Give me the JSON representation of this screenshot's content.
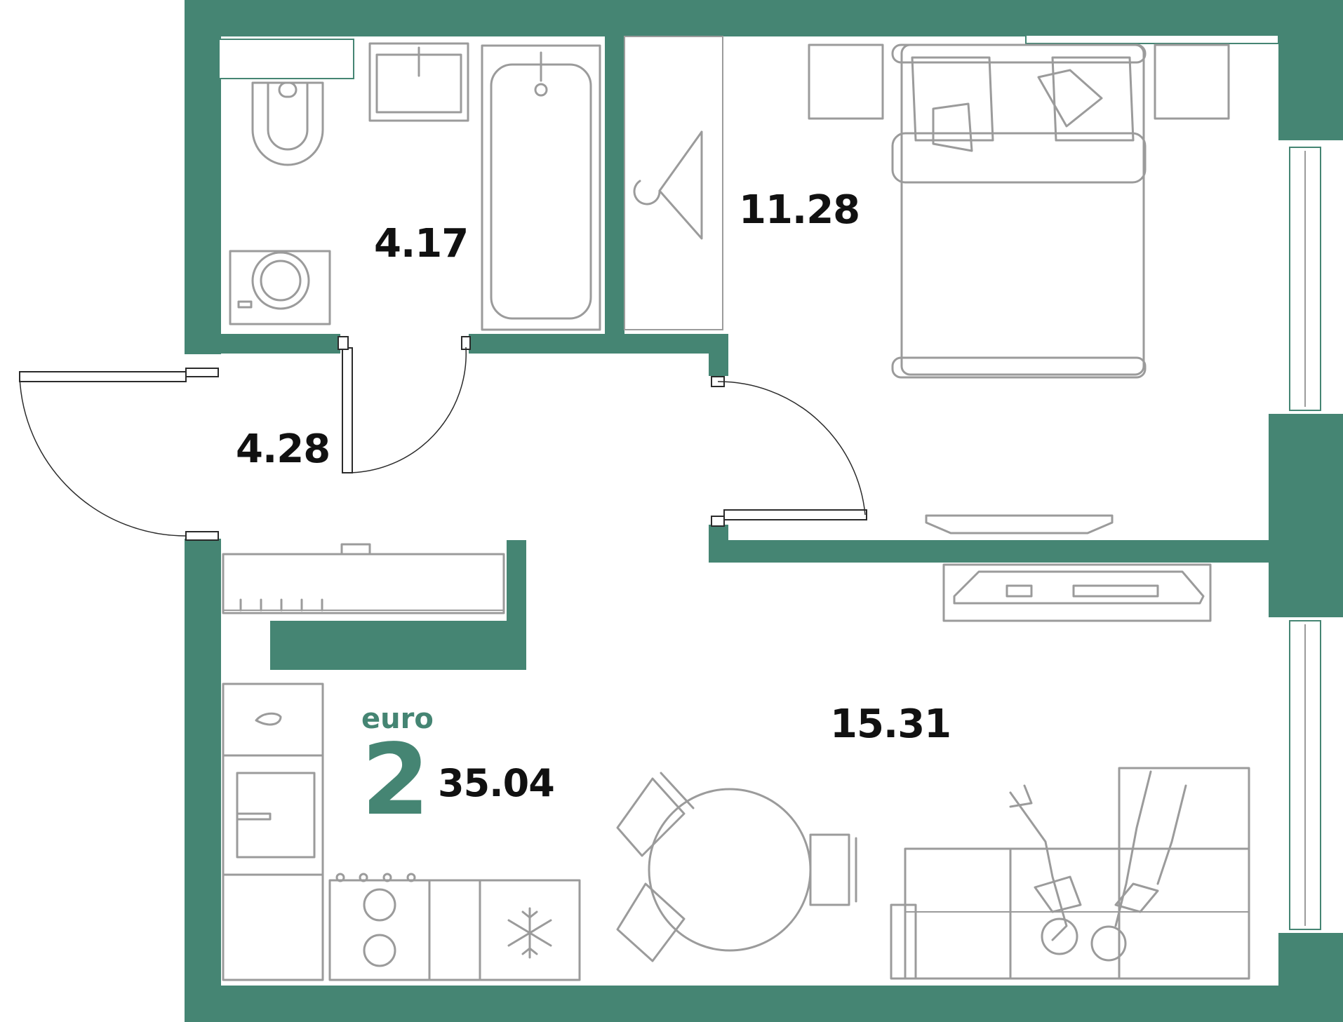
{
  "plan": {
    "type_label": "euro",
    "rooms_count": "2",
    "total_area": "35.04",
    "accent_color": "#458573",
    "rooms": [
      {
        "id": "bathroom",
        "area": "4.17"
      },
      {
        "id": "bedroom",
        "area": "11.28"
      },
      {
        "id": "hallway",
        "area": "4.28"
      },
      {
        "id": "living-kitchen",
        "area": "15.31"
      }
    ]
  }
}
